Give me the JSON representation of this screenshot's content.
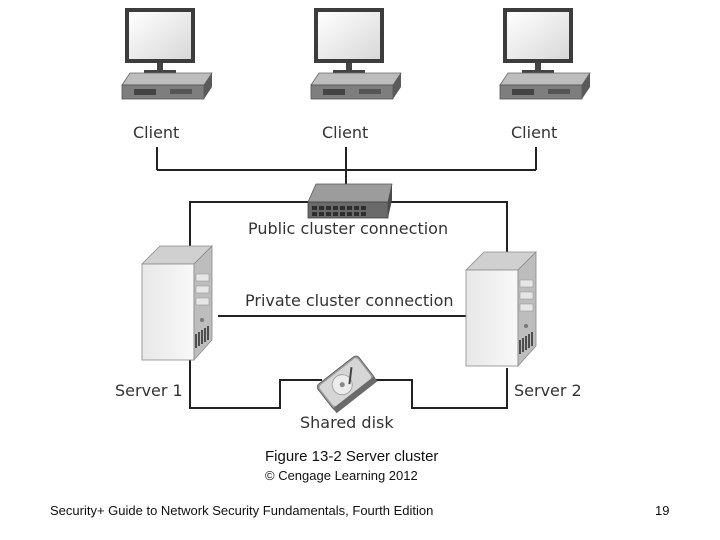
{
  "diagram": {
    "clients": [
      {
        "label": "Client"
      },
      {
        "label": "Client"
      },
      {
        "label": "Client"
      }
    ],
    "public_connection_label": "Public cluster connection",
    "private_connection_label": "Private cluster connection",
    "servers": [
      {
        "label": "Server 1"
      },
      {
        "label": "Server 2"
      }
    ],
    "shared_disk_label": "Shared disk",
    "icons": {
      "client": "desktop-computer-icon",
      "hub": "network-switch-icon",
      "server": "tower-server-icon",
      "disk": "hard-disk-icon"
    },
    "colors": {
      "line": "#222222",
      "device": "#8c8c8c",
      "screen": "#f4f4f4"
    }
  },
  "caption": {
    "title": "Figure 13-2 Server cluster",
    "credit": "© Cengage Learning 2012"
  },
  "footer": {
    "book": "Security+ Guide to Network Security Fundamentals, Fourth Edition",
    "page_number": "19"
  }
}
